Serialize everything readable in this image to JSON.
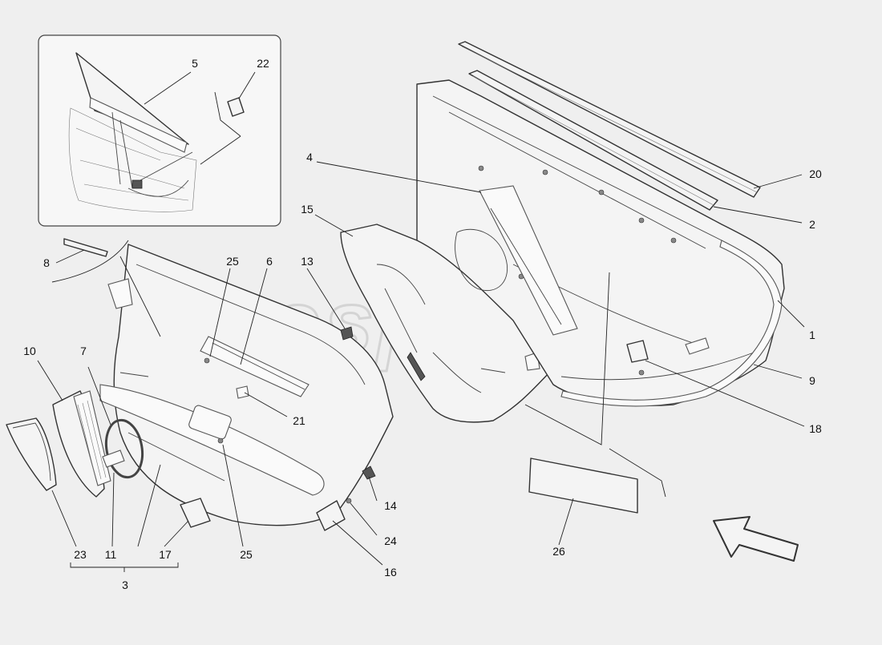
{
  "diagram": {
    "watermark": "eurospares",
    "callouts": [
      {
        "id": "c1",
        "label": "1"
      },
      {
        "id": "c2",
        "label": "2"
      },
      {
        "id": "c3",
        "label": "3"
      },
      {
        "id": "c4",
        "label": "4"
      },
      {
        "id": "c5",
        "label": "5"
      },
      {
        "id": "c6",
        "label": "6"
      },
      {
        "id": "c7",
        "label": "7"
      },
      {
        "id": "c8",
        "label": "8"
      },
      {
        "id": "c9",
        "label": "9"
      },
      {
        "id": "c10",
        "label": "10"
      },
      {
        "id": "c11",
        "label": "11"
      },
      {
        "id": "c13",
        "label": "13"
      },
      {
        "id": "c14",
        "label": "14"
      },
      {
        "id": "c15",
        "label": "15"
      },
      {
        "id": "c16",
        "label": "16"
      },
      {
        "id": "c17",
        "label": "17"
      },
      {
        "id": "c18",
        "label": "18"
      },
      {
        "id": "c20",
        "label": "20"
      },
      {
        "id": "c21",
        "label": "21"
      },
      {
        "id": "c22",
        "label": "22"
      },
      {
        "id": "c23",
        "label": "23"
      },
      {
        "id": "c24",
        "label": "24"
      },
      {
        "id": "c25a",
        "label": "25"
      },
      {
        "id": "c25b",
        "label": "25"
      },
      {
        "id": "c26",
        "label": "26"
      }
    ]
  }
}
